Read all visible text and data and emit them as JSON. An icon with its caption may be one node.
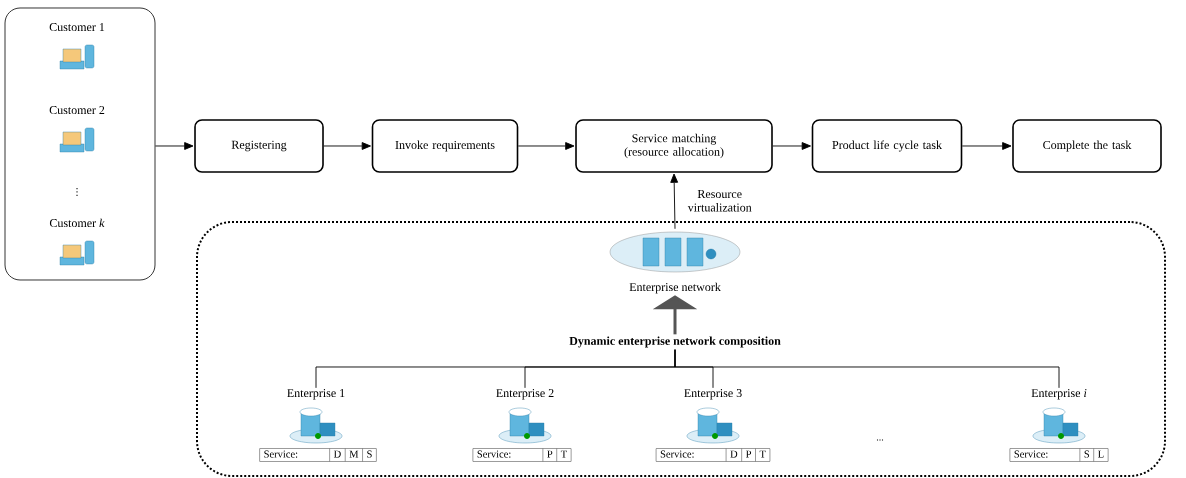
{
  "diagram": {
    "nodes": [
      {
        "text": [],
        "shape": "box"
      },
      {
        "text": [
          "Customer 1"
        ],
        "in": 0
      },
      {
        "text": [
          "Customer 2"
        ],
        "in": 0
      },
      {
        "text": [
          "Customer *k*"
        ],
        "in": 0
      },
      {
        "text": [
          "Registering"
        ]
      },
      {
        "text": [
          "Invoke requirements"
        ]
      },
      {
        "text": [
          "Service matching (resource allocation)"
        ]
      },
      {
        "text": [
          "Product life cycle task"
        ]
      },
      {
        "text": [
          "Complete the task"
        ]
      },
      {
        "text": [],
        "shape": "box"
      },
      {
        "text": [
          "Enterprise network"
        ],
        "in": 9
      },
      {
        "text": [
          "Dynamic enterprise network composition"
        ],
        "in": 9
      },
      {
        "text": [
          "Enterprise 1"
        ],
        "in": 9
      },
      {
        "text": [
          "Enterprise 2"
        ],
        "in": 9
      },
      {
        "text": [
          "Enterprise 3"
        ],
        "in": 9
      },
      {
        "text": [
          "Enterprise *i*"
        ],
        "in": 9
      },
      {
        "text": [
          "Service:",
          "D",
          "M",
          "S"
        ],
        "in": 9
      },
      {
        "text": [
          "Service:",
          "P",
          "T"
        ],
        "in": 9
      },
      {
        "text": [
          "Service:",
          "D",
          "P",
          "T"
        ],
        "in": 9
      },
      {
        "text": [
          "Service:",
          "S",
          "L"
        ],
        "in": 9
      }
    ],
    "edges": [
      {
        "from": 0,
        "to": 4,
        "arrow": "to"
      },
      {
        "from": 4,
        "to": 5,
        "arrow": "to"
      },
      {
        "from": 5,
        "to": 6,
        "arrow": "to"
      },
      {
        "from": 6,
        "to": 7,
        "arrow": "to"
      },
      {
        "from": 7,
        "to": 8,
        "arrow": "to"
      },
      {
        "from": 10,
        "to": 6,
        "arrow": "to",
        "label": "Resource virtualization"
      },
      {
        "from": 11,
        "to": 10,
        "arrow": "to",
        "style": "thick",
        "color": "#555555"
      },
      {
        "from": 11,
        "to": 12,
        "arrow": "none"
      },
      {
        "from": 11,
        "to": 13,
        "arrow": "none"
      },
      {
        "from": 11,
        "to": 14,
        "arrow": "none"
      },
      {
        "from": 11,
        "to": 15,
        "arrow": "none"
      }
    ],
    "labels": [
      "⋮",
      "..."
    ]
  }
}
